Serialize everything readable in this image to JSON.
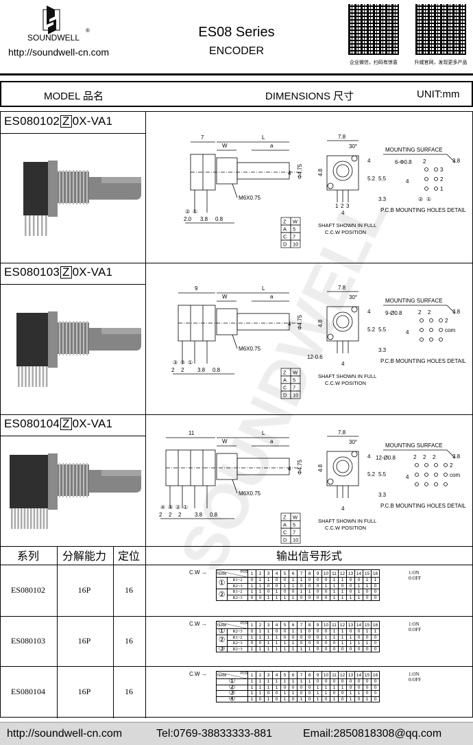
{
  "header": {
    "brand": "SOUNDWELL",
    "registered": "®",
    "url": "http://soundwell-cn.com",
    "title": "ES08 Series",
    "subtitle": "ENCODER",
    "qr_captions": [
      "企业微信，扫码有惊喜",
      "升威官网，发现更多产品"
    ]
  },
  "band": {
    "model": "MODEL 品名",
    "dimensions": "DIMENSIONS 尺寸",
    "unit": "UNIT:mm"
  },
  "watermark": "SOUNDWELL",
  "sections": [
    {
      "model_a": "ES080102",
      "model_z": "Z",
      "model_b": "0X-VA1",
      "decks": 2,
      "side": {
        "body": "7",
        "w": "W",
        "l": "L",
        "a": "a",
        "d4": "4",
        "dia": "Φ4.75",
        "thread": "M6X0.75",
        "bottom": [
          "2.0",
          "3.8",
          "0.8"
        ],
        "pins": [
          "②",
          "①"
        ]
      },
      "front": {
        "width": "7.8",
        "angle": "30°",
        "h1": "4.8",
        "r1": "4",
        "r2": "5.2",
        "r3": "5.5",
        "r4": "3.3",
        "pin_labels": [
          "1",
          "2",
          "3"
        ],
        "pitch": "4",
        "extra": ""
      },
      "pcb": {
        "surface": "MOUNTING SURFACE",
        "holes": "6-Φ0.8",
        "top": [
          "2"
        ],
        "offset": "3.8",
        "vpitch": "4",
        "side_labels": [
          "3",
          "2",
          "1"
        ],
        "pins": [
          "②",
          "①"
        ],
        "caption": "P.C.B MOUNTING HOLES DETAIL"
      },
      "zw": {
        "header": [
          "Z",
          "W"
        ],
        "rows": [
          [
            "A",
            "5"
          ],
          [
            "C",
            "7"
          ],
          [
            "D",
            "10"
          ]
        ]
      },
      "note": [
        "SHAFT SHOWN IN FULL",
        "C.C.W POSITION"
      ]
    },
    {
      "model_a": "ES080103",
      "model_z": "Z",
      "model_b": "0X-VA1",
      "decks": 3,
      "side": {
        "body": "9",
        "w": "W",
        "l": "L",
        "a": "a",
        "d4": "4",
        "dia": "Φ4.75",
        "thread": "M6X0.75",
        "bottom": [
          "2",
          "2",
          "3.8",
          "0.8"
        ],
        "pins": [
          "③",
          "②",
          "①"
        ]
      },
      "front": {
        "width": "7.8",
        "angle": "30°",
        "h1": "4.8",
        "r1": "4",
        "r2": "5.2",
        "r3": "5.5",
        "r4": "3.3",
        "pin_labels": [
          "",
          "",
          ""
        ],
        "pitch": "4",
        "extra": "12-0.6"
      },
      "pcb": {
        "surface": "MOUNTING SURFACE",
        "holes": "9-Ø0.8",
        "top": [
          "2",
          "2"
        ],
        "offset": "3.8",
        "vpitch": "4",
        "side_labels": [
          "2",
          "com"
        ],
        "pins": [],
        "caption": "P.C.B MOUNTING HOLES DETAIL"
      },
      "zw": {
        "header": [
          "Z",
          "W"
        ],
        "rows": [
          [
            "A",
            "5"
          ],
          [
            "C",
            "7"
          ],
          [
            "D",
            "10"
          ]
        ]
      },
      "note": [
        "SHAFT SHOWN IN FULL",
        "C.C.W POSITION"
      ]
    },
    {
      "model_a": "ES080104",
      "model_z": "Z",
      "model_b": "0X-VA1",
      "decks": 4,
      "side": {
        "body": "11",
        "w": "W",
        "l": "L",
        "a": "a",
        "d4": "4",
        "dia": "Φ4.75",
        "thread": "M6X0.75",
        "bottom": [
          "2",
          "2",
          "2",
          "3.8",
          "0.8"
        ],
        "pins": [
          "④",
          "③",
          "②",
          "①"
        ]
      },
      "front": {
        "width": "7.8",
        "angle": "30°",
        "h1": "4.8",
        "r1": "4",
        "r2": "5.2",
        "r3": "5.5",
        "r4": "3.3",
        "pin_labels": [
          "",
          "",
          ""
        ],
        "pitch": "4",
        "extra": ""
      },
      "pcb": {
        "surface": "MOUNTING SURFACE",
        "holes": "12-Ø0.8",
        "top": [
          "2",
          "2",
          "2"
        ],
        "offset": "3.8",
        "vpitch": "4",
        "side_labels": [
          "2",
          "com"
        ],
        "pins": [],
        "caption": "P.C.B MOUNTING HOLES DETAIL"
      },
      "zw": {
        "header": [
          "Z",
          "W"
        ],
        "rows": [
          [
            "A",
            "5"
          ],
          [
            "C",
            "7"
          ],
          [
            "D",
            "10"
          ]
        ]
      },
      "note": [
        "SHAFT SHOWN IN FULL",
        "C.C.W POSITION"
      ]
    }
  ],
  "spec_table": {
    "headers": [
      "系列",
      "分解能力",
      "定位",
      "输出信号形式"
    ],
    "direction": "C.W",
    "legend": [
      "1:ON",
      "0:OFF"
    ],
    "term_label": "TERM",
    "pos_label": "POS",
    "positions": [
      "1",
      "2",
      "3",
      "4",
      "5",
      "6",
      "7",
      "8",
      "9",
      "10",
      "11",
      "12",
      "13",
      "14",
      "15",
      "16"
    ],
    "rows": [
      {
        "series": "ES080102",
        "resolution": "16P",
        "detent": "16",
        "groups": [
          {
            "term": "①",
            "rows": [
              {
                "label": "R1~2",
                "values": [
                  "0",
                  "1",
                  "1",
                  "0",
                  "0",
                  "1",
                  "1",
                  "0",
                  "0",
                  "0",
                  "1",
                  "1",
                  "0",
                  "0",
                  "1",
                  "1"
                ]
              },
              {
                "label": "R2~3",
                "values": [
                  "1",
                  "1",
                  "0",
                  "0",
                  "1",
                  "1",
                  "0",
                  "0",
                  "0",
                  "1",
                  "1",
                  "0",
                  "0",
                  "1",
                  "1",
                  "0"
                ]
              }
            ]
          },
          {
            "term": "②",
            "rows": [
              {
                "label": "R1~2",
                "values": [
                  "1",
                  "1",
                  "0",
                  "1",
                  "0",
                  "0",
                  "1",
                  "1",
                  "0",
                  "0",
                  "1",
                  "1",
                  "0",
                  "1",
                  "0",
                  "0"
                ]
              },
              {
                "label": "R2~3",
                "values": [
                  "0",
                  "0",
                  "1",
                  "1",
                  "1",
                  "1",
                  "0",
                  "0",
                  "0",
                  "0",
                  "1",
                  "1",
                  "1",
                  "1",
                  "0",
                  "0"
                ]
              }
            ]
          }
        ]
      },
      {
        "series": "ES080103",
        "resolution": "16P",
        "detent": "16",
        "groups": [
          {
            "term": "①",
            "rows": [
              {
                "label": "R2~3",
                "values": [
                  "0",
                  "1",
                  "1",
                  "0",
                  "0",
                  "1",
                  "1",
                  "0",
                  "0",
                  "0",
                  "1",
                  "1",
                  "0",
                  "0",
                  "1",
                  "1"
                ]
              }
            ]
          },
          {
            "term": "②",
            "rows": [
              {
                "label": "R1~2",
                "values": [
                  "1",
                  "1",
                  "1",
                  "1",
                  "0",
                  "0",
                  "0",
                  "0",
                  "0",
                  "1",
                  "1",
                  "1",
                  "1",
                  "0",
                  "0",
                  "0"
                ]
              },
              {
                "label": "R2~3",
                "values": [
                  "0",
                  "0",
                  "1",
                  "1",
                  "1",
                  "1",
                  "0",
                  "0",
                  "0",
                  "0",
                  "0",
                  "1",
                  "1",
                  "1",
                  "1",
                  "0"
                ]
              }
            ]
          },
          {
            "term": "③",
            "rows": [
              {
                "label": "R2~3",
                "values": [
                  "1",
                  "1",
                  "1",
                  "1",
                  "1",
                  "1",
                  "1",
                  "1",
                  "0",
                  "0",
                  "0",
                  "0",
                  "0",
                  "0",
                  "0",
                  "0"
                ]
              }
            ]
          }
        ]
      },
      {
        "series": "ES080104",
        "resolution": "16P",
        "detent": "16",
        "groups": [
          {
            "term": "①",
            "rows": [
              {
                "label": "",
                "values": [
                  "1",
                  "1",
                  "1",
                  "1",
                  "1",
                  "1",
                  "1",
                  "1",
                  "0",
                  "0",
                  "0",
                  "0",
                  "0",
                  "0",
                  "0",
                  "0"
                ]
              }
            ]
          },
          {
            "term": "②",
            "rows": [
              {
                "label": "",
                "values": [
                  "1",
                  "1",
                  "1",
                  "1",
                  "0",
                  "0",
                  "0",
                  "0",
                  "1",
                  "1",
                  "1",
                  "1",
                  "0",
                  "0",
                  "0",
                  "0"
                ]
              }
            ]
          },
          {
            "term": "③",
            "rows": [
              {
                "label": "",
                "values": [
                  "1",
                  "1",
                  "0",
                  "0",
                  "1",
                  "1",
                  "0",
                  "0",
                  "1",
                  "1",
                  "0",
                  "0",
                  "1",
                  "1",
                  "0",
                  "0"
                ]
              }
            ]
          },
          {
            "term": "④",
            "rows": [
              {
                "label": "",
                "values": [
                  "1",
                  "0",
                  "1",
                  "0",
                  "1",
                  "0",
                  "1",
                  "0",
                  "1",
                  "0",
                  "1",
                  "0",
                  "1",
                  "0",
                  "1",
                  "0"
                ]
              }
            ]
          }
        ]
      }
    ]
  },
  "footer": {
    "url": "http://soundwell-cn.com",
    "tel": "Tel:0769-38833333-881",
    "email": "Email:2850818308@qq.com"
  },
  "colors": {
    "footer_bg": "#d9d9d9",
    "body_dark": "#3a3a3a",
    "metal": "#9a9a9a"
  }
}
